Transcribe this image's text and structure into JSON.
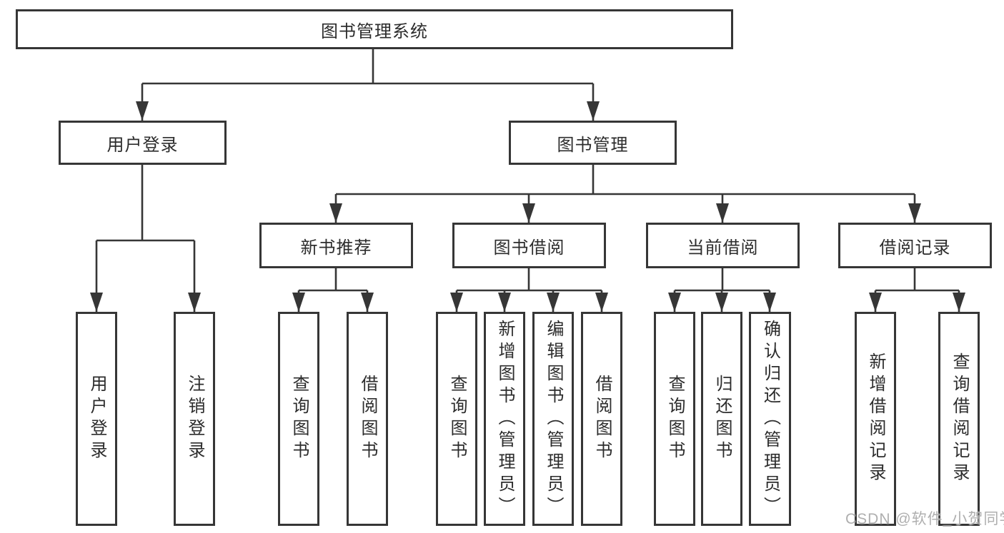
{
  "tree": {
    "root": {
      "label": "图书管理系统"
    },
    "level2": [
      {
        "label": "用户登录"
      },
      {
        "label": "图书管理"
      }
    ],
    "level3": [
      {
        "label": "新书推荐"
      },
      {
        "label": "图书借阅"
      },
      {
        "label": "当前借阅"
      },
      {
        "label": "借阅记录"
      }
    ],
    "leaves": {
      "user_login": [
        {
          "label": "用户登录"
        },
        {
          "label": "注销登录"
        }
      ],
      "new_book_recommend": [
        {
          "label": "查询图书"
        },
        {
          "label": "借阅图书"
        }
      ],
      "book_borrow": [
        {
          "label": "查询图书"
        },
        {
          "label": "新增图书（管理员）"
        },
        {
          "label": "编辑图书（管理员）"
        },
        {
          "label": "借阅图书"
        }
      ],
      "current_borrow": [
        {
          "label": "查询图书"
        },
        {
          "label": "归还图书"
        },
        {
          "label": "确认归还（管理员）"
        }
      ],
      "borrow_record": [
        {
          "label": "新增借阅记录"
        },
        {
          "label": "查询借阅记录"
        }
      ]
    }
  },
  "watermark": "CSDN @软件_小贺同学",
  "colors": {
    "line": "#363636",
    "border": "#363636",
    "text": "#2c2c2c",
    "watermark": "#a8a8a8",
    "background": "#ffffff"
  }
}
